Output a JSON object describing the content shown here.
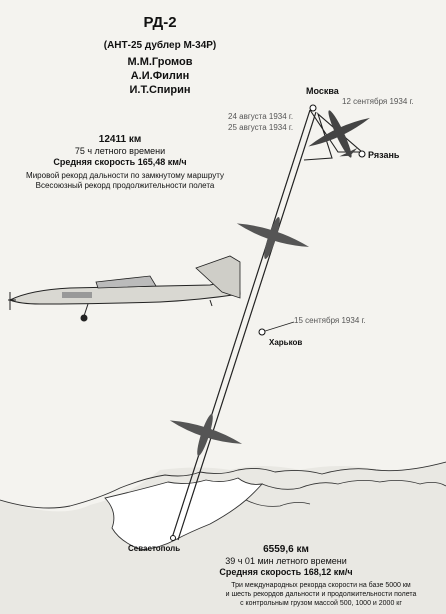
{
  "header": {
    "title": "РД-2",
    "subtitle": "(АНТ-25 дублер М-34Р)",
    "crew": [
      "М.М.Громов",
      "А.И.Филин",
      "И.Т.Спирин"
    ]
  },
  "record1": {
    "distance": "12411 км",
    "flight_time": "75 ч летного времени",
    "avg_speed": "Средняя скорость 165,48 км/ч",
    "record_a": "Мировой рекорд дальности по замкнутому маршруту",
    "record_b": "Всесоюзный рекорд продолжительности полета"
  },
  "cities": {
    "moscow": "Москва",
    "ryazan": "Рязань",
    "kharkov": "Харьков",
    "sevastopol": "Севастополь"
  },
  "dates": {
    "aug24": "24 августа 1934 г.",
    "aug25": "25 августа 1934 г.",
    "sep12": "12 сентября 1934 г.",
    "sep15": "15 сентября 1934 г."
  },
  "record2": {
    "distance": "6559,6 км",
    "flight_time": "39 ч 01 мин летного времени",
    "avg_speed": "Средняя скорость 168,12 км/ч"
  },
  "footnote": [
    "Три международных рекорда скорости на базе 5000 км",
    "и шесть рекордов дальности и продолжительности полета",
    "с контрольным грузом массой 500, 1000 и 2000 кг"
  ],
  "colors": {
    "ink": "#111111",
    "route": "#222222",
    "land": "#ffffff",
    "background": "#f4f3ef"
  }
}
